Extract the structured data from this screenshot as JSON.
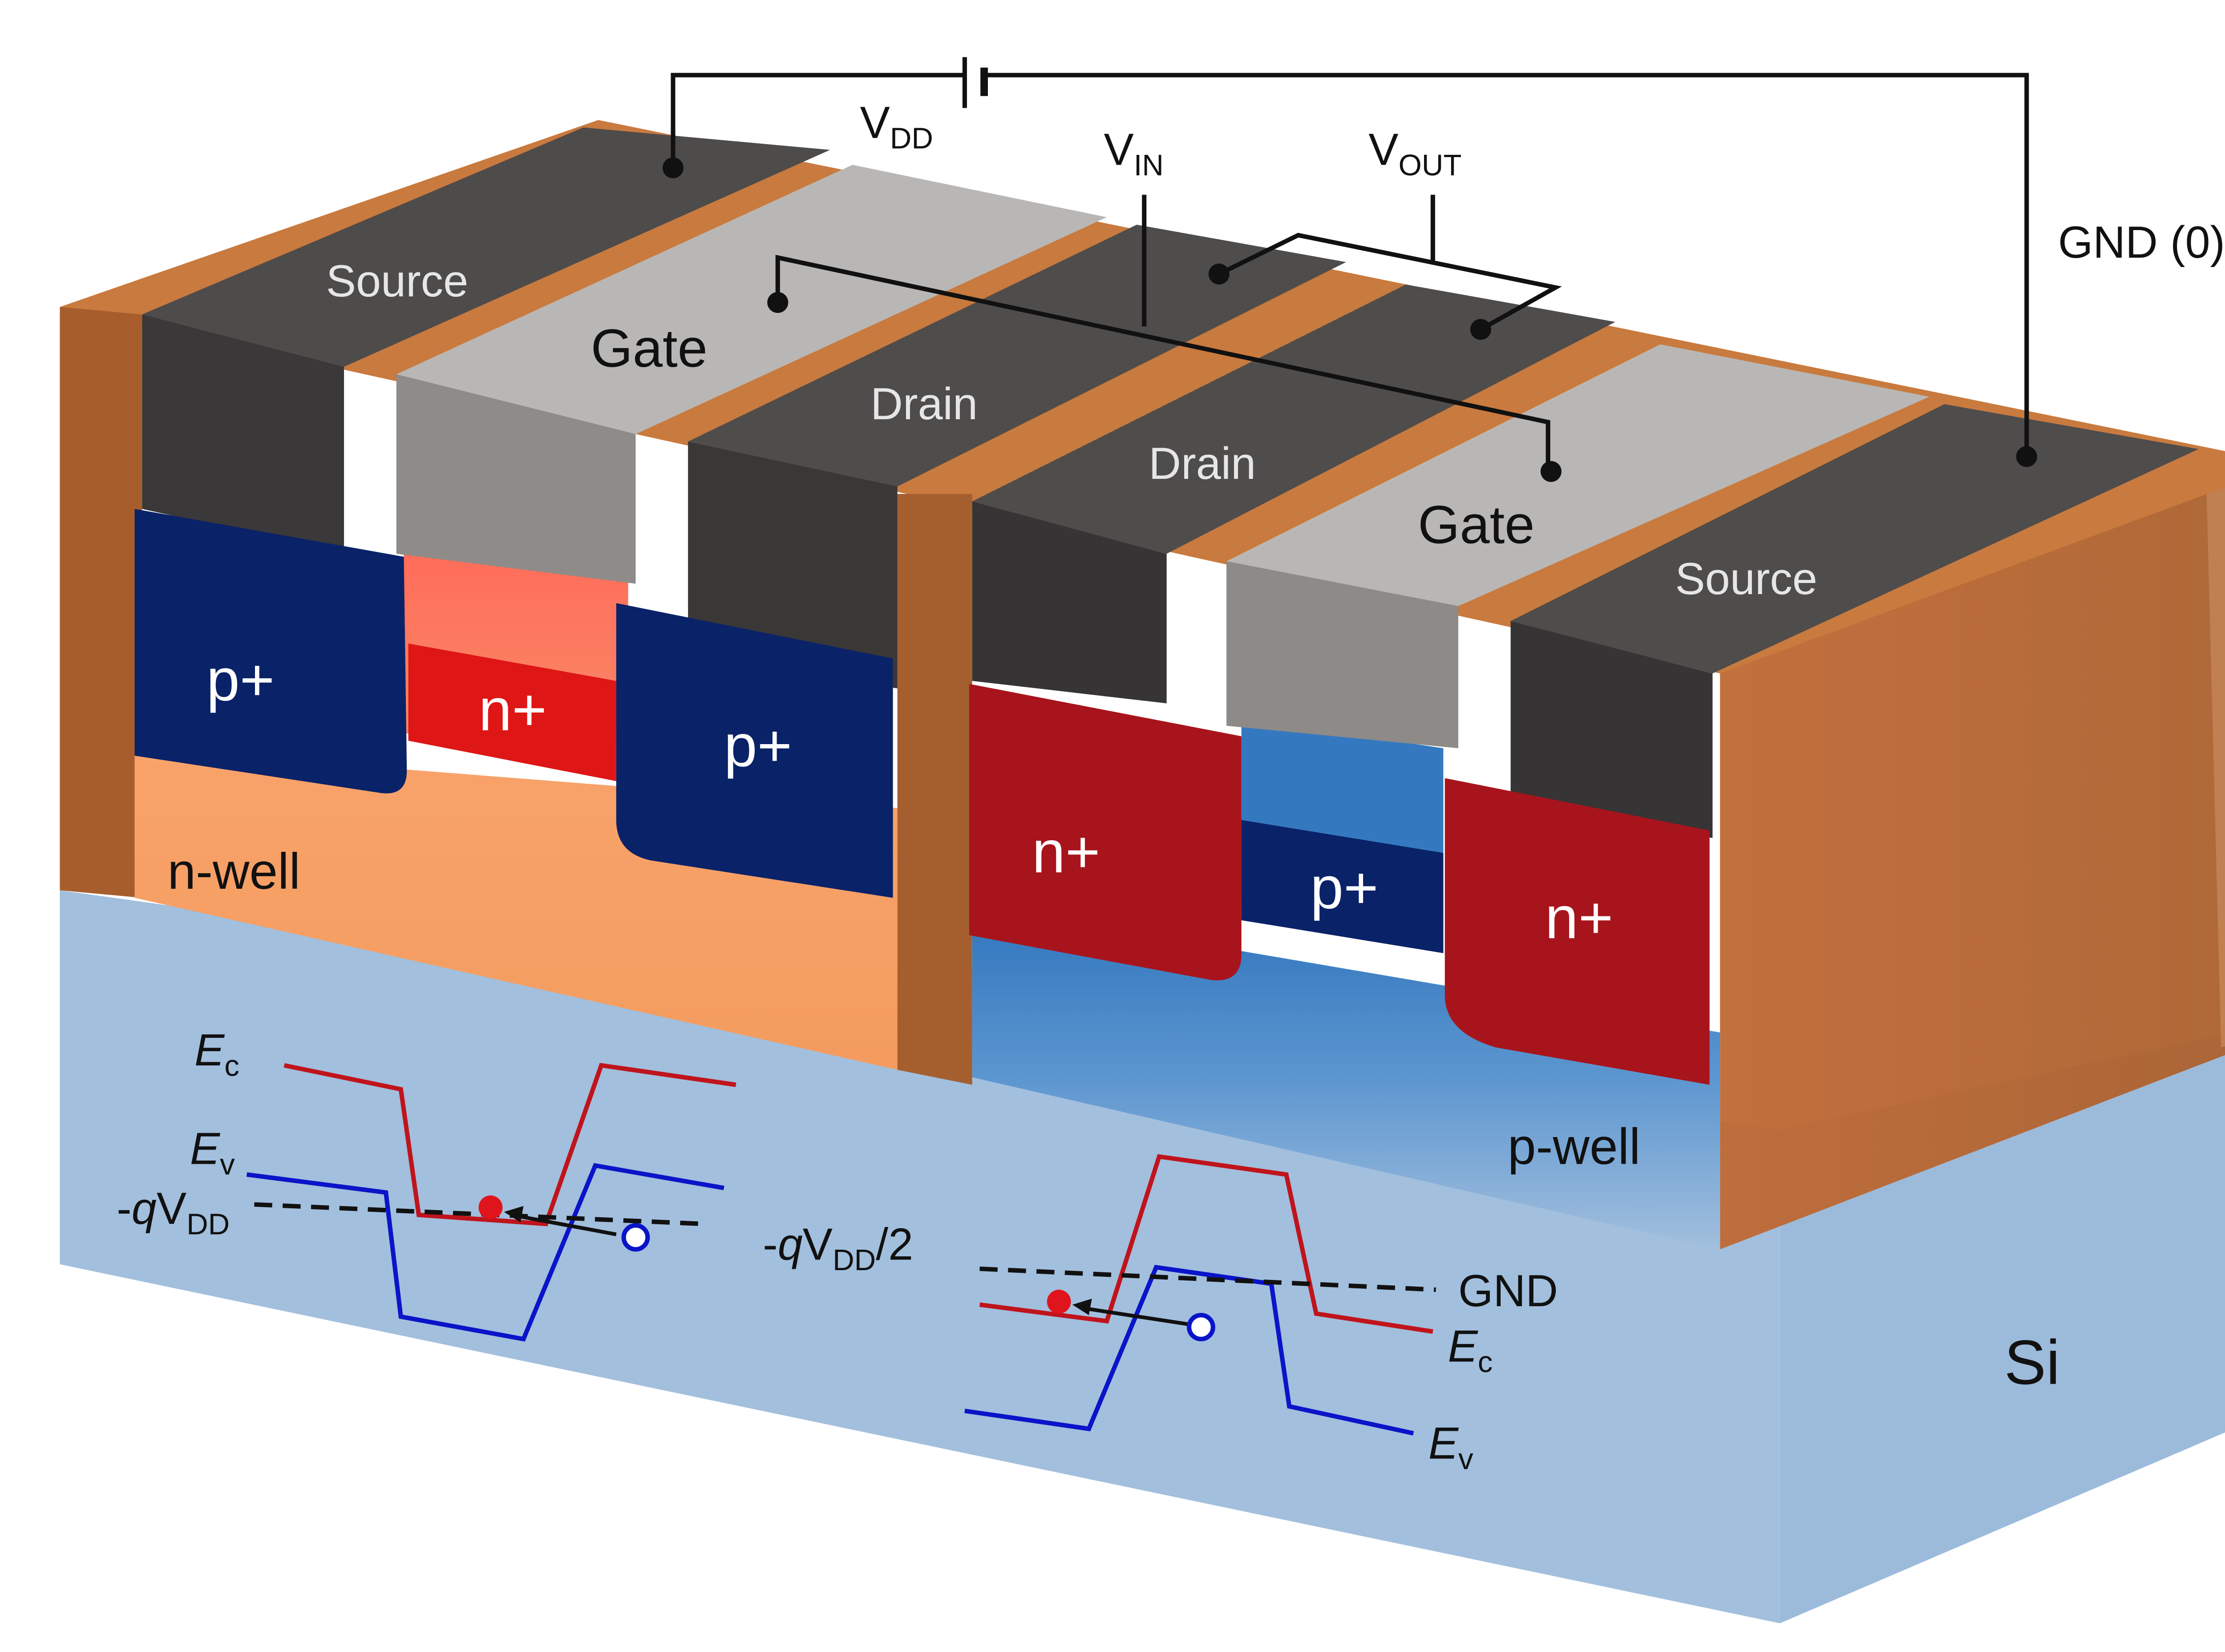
{
  "labels": {
    "vdd": "V",
    "vdd_sub": "DD",
    "vin": "V",
    "vin_sub": "IN",
    "vout": "V",
    "vout_sub": "OUT",
    "gnd0": "GND (0)",
    "source_left": "Source",
    "gate_left": "Gate",
    "drain_left": "Drain",
    "drain_right": "Drain",
    "gate_right": "Gate",
    "source_right": "Source",
    "p_plus_1": "p+",
    "n_plus_1": "n+",
    "p_plus_2": "p+",
    "n_plus_2": "n+",
    "p_plus_3": "p+",
    "n_plus_3": "n+",
    "n_well": "n-well",
    "p_well": "p-well",
    "si": "Si"
  },
  "bands": {
    "left": {
      "ec": "E",
      "ec_sub": "c",
      "ev": "E",
      "ev_sub": "v",
      "level_prefix": "-",
      "level_q": "q",
      "level_v": "V",
      "level_sub": "DD"
    },
    "middle": {
      "prefix": "-",
      "q": "q",
      "v": "V",
      "sub": "DD",
      "suffix": "/2"
    },
    "right": {
      "gnd": "GND",
      "ec": "E",
      "ec_sub": "c",
      "ev": "E",
      "ev_sub": "v"
    }
  },
  "colors": {
    "ec_line": "#c0141c",
    "ev_line": "#0a14c8",
    "electron": "#e0141c",
    "hole": "#0a14c8",
    "p_plus": "#0a2268",
    "n_plus": "#a8141c",
    "substrate": "#a2bfdd",
    "oxide": "#b86a34",
    "contact": "#4e4b4b",
    "gate": "#b9b7b5"
  }
}
